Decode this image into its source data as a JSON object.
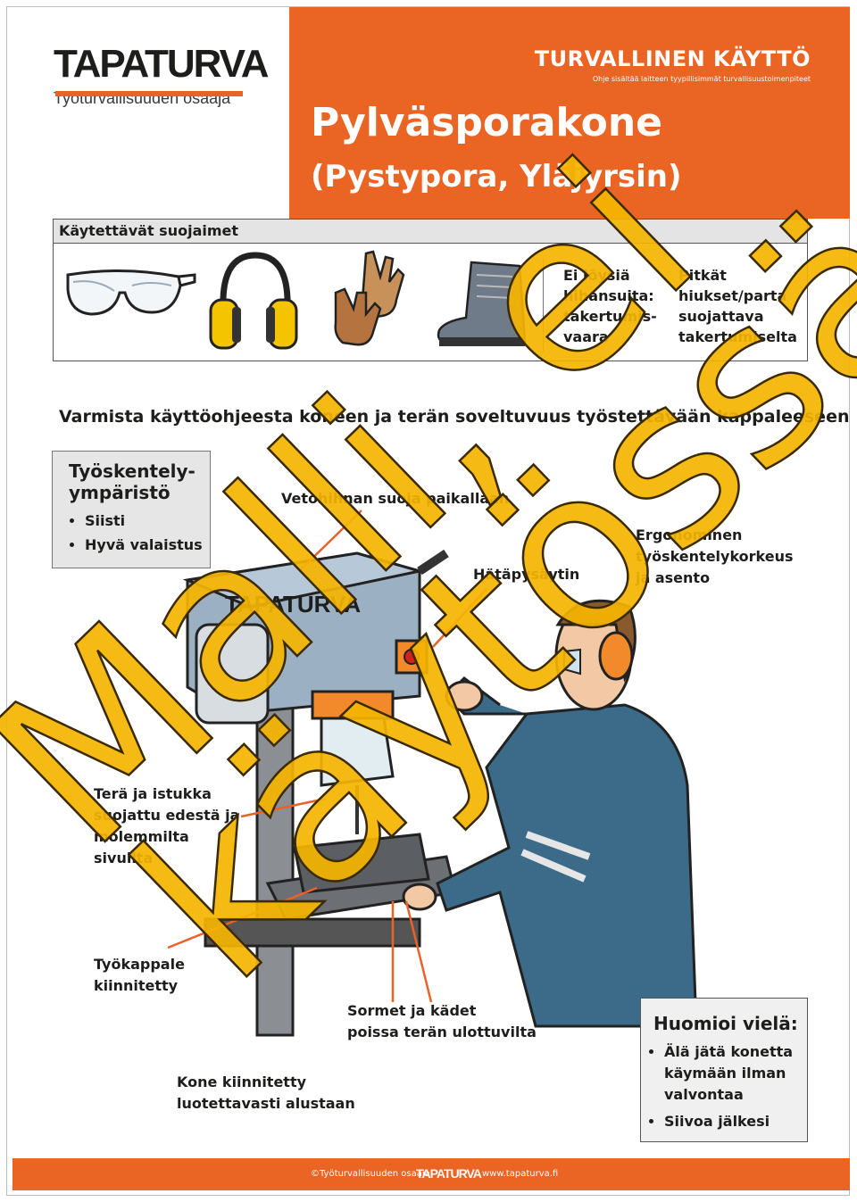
{
  "brand": {
    "logo": "TAPATURVA",
    "tagline": "Työturvallisuuden osaaja"
  },
  "header": {
    "category": "TURVALLINEN KÄYTTÖ",
    "category_note": "Ohje sisältää laitteen tyypillisimmät turvallisuustoimenpiteet",
    "title": "Pylväsporakone",
    "subtitle": "(Pystypora, Yläjyrsin)"
  },
  "protectors": {
    "heading": "Käytettävät suojaimet",
    "icons": [
      "safety-glasses-icon",
      "ear-muffs-icon",
      "gloves-icon",
      "safety-boots-icon"
    ],
    "note1": [
      "Ei löysiä",
      "hihansuita:",
      "takertumis-",
      "vaara"
    ],
    "note2": [
      "Pitkät",
      "hiukset/parta",
      "suojattava",
      "takertumiselta"
    ]
  },
  "verify_text": "Varmista käyttöohjeesta koneen ja terän soveltuvuus työstettävään kappaleeseen",
  "environment": {
    "title": [
      "Työskentely-",
      "ympäristö"
    ],
    "items": [
      "Siisti",
      "Hyvä valaistus"
    ]
  },
  "labels": {
    "belt_guard": "Vetohihnan suoja paikallaan",
    "emergency_stop": "Hätäpysäytin",
    "ergonomics": [
      "Ergonominen",
      "työskentelykorkeus",
      "ja asento"
    ],
    "blade_guard": [
      "Terä ja istukka",
      "suojattu edestä ja",
      "molemmilta",
      "sivuilta"
    ],
    "workpiece": [
      "Työkappale",
      "kiinnitetty"
    ],
    "hands": [
      "Sormet ja kädet",
      "poissa terän ulottuvilta"
    ],
    "machine_fixed": [
      "Kone kiinnitetty",
      "luotettavasti alustaan"
    ]
  },
  "notice": {
    "title": "Huomioi vielä:",
    "items": [
      [
        "Älä jätä konetta",
        "käymään ilman",
        "valvontaa"
      ],
      [
        "Siivoa jälkesi"
      ]
    ]
  },
  "footer": {
    "left": "©Työturvallisuuden osaaja",
    "logo": "TAPATURVA",
    "url": "www.tapaturva.fi"
  },
  "watermark": {
    "line1": "Malli, ei",
    "line2": "käytössä"
  },
  "colors": {
    "orange": "#ea6424",
    "watermark": "#f5b400",
    "panel_grey": "#e6e6e6"
  }
}
